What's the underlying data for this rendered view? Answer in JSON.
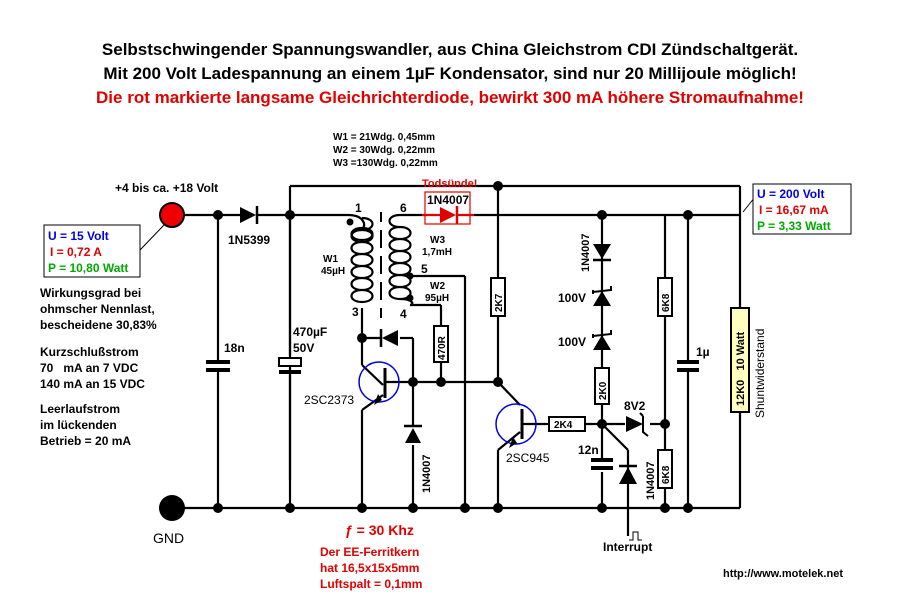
{
  "title": {
    "line1": "Selbstschwingender Spannungswandler, aus China Gleichstrom CDI Zündschaltgerät.",
    "line2": "Mit 200 Volt Ladespannung an einem 1µF Kondensator, sind nur 20 Millijoule möglich!",
    "line3": "Die rot markierte langsame Gleichrichterdiode, bewirkt 300 mA höhere Stromaufnahme!"
  },
  "windings": {
    "w1": "W1 =  21Wdg. 0,45mm",
    "w2": "W2 =  30Wdg. 0,22mm",
    "w3": "W3 =130Wdg. 0,22mm"
  },
  "input": {
    "supply_label": "+4 bis ca. +18 Volt",
    "u": "U = 15 Volt",
    "i": "I = 0,72 A",
    "p": "P = 10,80 Watt",
    "gnd_label": "GND"
  },
  "output": {
    "u": "U = 200 Volt",
    "i": "I = 16,67 mA",
    "p": "P = 3,33 Watt"
  },
  "notes": {
    "efficiency": [
      "Wirkungsgrad bei",
      "ohmscher Nennlast,",
      "bescheidene 30,83%"
    ],
    "short_circuit": [
      "Kurzschlußstrom",
      "70   mA an 7 VDC",
      "140 mA an 15 VDC"
    ],
    "idle": [
      "Leerlaufstrom",
      "im lückenden",
      "Betrieb = 20 mA"
    ],
    "frequency": "ƒ = 30 Khz",
    "core": [
      "Der EE-Ferritkern",
      "hat 16,5x15x5mm",
      "Luftspalt = 0,1mm"
    ],
    "url": "http://www.motelek.net"
  },
  "components": {
    "d_input": "1N5399",
    "c_18n": "18n",
    "c_470": [
      "470µF",
      "50V"
    ],
    "w1_label": [
      "W1",
      "45µH"
    ],
    "w3_label": [
      "W3",
      "1,7mH"
    ],
    "w2_label": [
      "W2",
      "95µH"
    ],
    "pins": [
      "1",
      "6",
      "5",
      "3",
      "4"
    ],
    "d_todsuende_label": "Todsünde!",
    "d_todsuende": "1N4007",
    "r_470": "470R",
    "q1": "2SC2373",
    "d_q1": "1N4007",
    "r_2k7": "2K7",
    "q2": "2SC945",
    "r_2k4": "2K4",
    "d_chain": "1N4007",
    "z1": "100V",
    "z2": "100V",
    "r_2k0": "2K0",
    "z_8v2": "8V2",
    "c_12n": "12n",
    "d_interrupt": "1N4007",
    "interrupt": "Interrupt",
    "r_6k8_top": "6K8",
    "r_6k8_bot": "6K8",
    "c_1u": "1µ",
    "r_load": "12K0   10 Watt",
    "shunt": "Shuntwiderstand"
  },
  "colors": {
    "highlight": "#e00000",
    "transistor_circle": "#0000dd",
    "load_fill": "#ffffc0"
  }
}
